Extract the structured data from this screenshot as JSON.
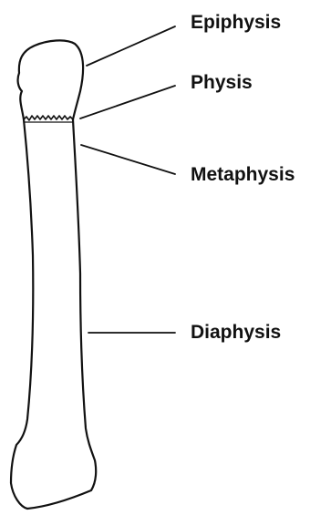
{
  "labels": {
    "epiphysis": "Epiphysis",
    "physis": "Physis",
    "metaphysis": "Metaphysis",
    "diaphysis": "Diaphysis"
  },
  "colors": {
    "line": "#111111",
    "background": "#ffffff"
  }
}
